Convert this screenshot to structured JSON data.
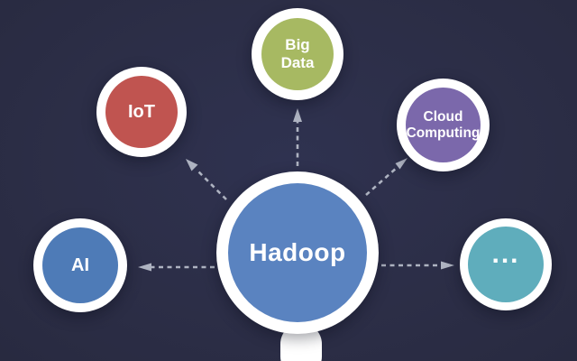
{
  "colors": {
    "background": "#2c2e47",
    "ring": "#ffffff",
    "arrow": "#aeb3c1",
    "label_text": "#ffffff",
    "hadoop_fill": "#5a83c0",
    "big_data_fill": "#a7b962",
    "iot_fill": "#c05450",
    "cloud_computing_fill": "#7b68ab",
    "ai_fill": "#4e7bb7",
    "more_fill": "#5fadbc"
  },
  "center_node": {
    "id": "hadoop",
    "label": "Hadoop"
  },
  "satellite_nodes": [
    {
      "id": "big-data",
      "line1": "Big",
      "line2": "Data"
    },
    {
      "id": "iot",
      "line1": "IoT",
      "line2": ""
    },
    {
      "id": "cloud-computing",
      "line1": "Cloud",
      "line2": "Computing"
    },
    {
      "id": "ai",
      "line1": "AI",
      "line2": ""
    },
    {
      "id": "more",
      "line1": "...",
      "line2": ""
    }
  ],
  "edges": [
    {
      "from": "hadoop",
      "to": "big-data",
      "style": "dashed-arrow"
    },
    {
      "from": "hadoop",
      "to": "iot",
      "style": "dashed-arrow"
    },
    {
      "from": "hadoop",
      "to": "cloud-computing",
      "style": "dashed-arrow"
    },
    {
      "from": "hadoop",
      "to": "ai",
      "style": "dashed-arrow"
    },
    {
      "from": "hadoop",
      "to": "more",
      "style": "dashed-arrow"
    }
  ]
}
